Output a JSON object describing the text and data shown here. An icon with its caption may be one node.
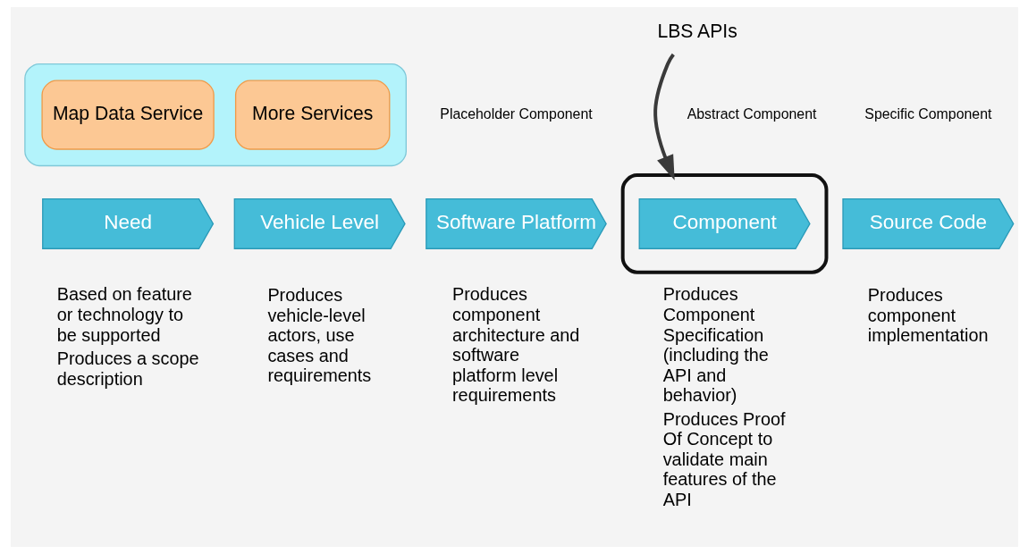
{
  "diagram": {
    "nodes": [
      {
        "text": [],
        "shape": "box"
      },
      {
        "text": [
          "Map Data Service"
        ],
        "in": 0
      },
      {
        "text": [
          "More Services"
        ],
        "in": 0
      },
      {
        "text": [
          "LBS APIs"
        ]
      },
      {
        "text": [
          "Need"
        ],
        "beside": [
          "Based on feature or technology to be supported",
          "Produces a scope description"
        ]
      },
      {
        "text": [
          "Vehicle Level"
        ],
        "beside": [
          "Produces vehicle-level actors, use cases and requirements"
        ]
      },
      {
        "text": [
          "Software Platform"
        ],
        "beside": [
          "Produces component architecture and software platform level requirements"
        ]
      },
      {
        "text": [],
        "shape": "ellipse"
      },
      {
        "text": [
          "Component"
        ],
        "in": 7,
        "beside": [
          "Produces Component Specification (including the API and behavior)",
          "Produces Proof Of Concept to validate main features of the API"
        ]
      },
      {
        "text": [
          "Source Code"
        ],
        "beside": [
          "Produces component implementation"
        ]
      }
    ],
    "edges": [
      {
        "from": 3,
        "to": 7,
        "arrow": "to"
      }
    ],
    "labels": [
      "Specific Component",
      "Abstract Component",
      "Placeholder Component"
    ]
  }
}
